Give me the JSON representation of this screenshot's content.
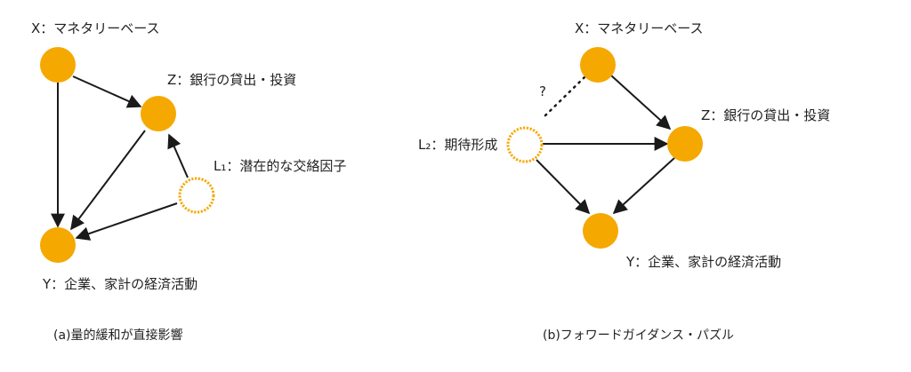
{
  "colors": {
    "observed_fill": "#F5A800",
    "latent_stroke": "#F5A800",
    "latent_fill": "#FFFFFF",
    "edge": "#1A1A1A"
  },
  "panel_a": {
    "caption": "(a)量的緩和が直接影響",
    "nodes": {
      "x": {
        "label": "X：マネタリーベース",
        "kind": "observed"
      },
      "z": {
        "label": "Z：銀行の貸出・投資",
        "kind": "observed"
      },
      "l1": {
        "label": "L₁：潜在的な交絡因子",
        "kind": "latent"
      },
      "y": {
        "label": "Y：企業、家計の経済活動",
        "kind": "observed"
      }
    },
    "edges": [
      {
        "from": "x",
        "to": "z",
        "style": "solid"
      },
      {
        "from": "x",
        "to": "y",
        "style": "solid"
      },
      {
        "from": "z",
        "to": "y",
        "style": "solid"
      },
      {
        "from": "l1",
        "to": "z",
        "style": "solid"
      },
      {
        "from": "l1",
        "to": "y",
        "style": "solid"
      }
    ]
  },
  "panel_b": {
    "caption": "(b)フォワードガイダンス・パズル",
    "question_mark": "?",
    "nodes": {
      "x": {
        "label": "X：マネタリーベース",
        "kind": "observed"
      },
      "l2": {
        "label": "L₂：期待形成",
        "kind": "latent"
      },
      "z": {
        "label": "Z：銀行の貸出・投資",
        "kind": "observed"
      },
      "y": {
        "label": "Y：企業、家計の経済活動",
        "kind": "observed"
      }
    },
    "edges": [
      {
        "from": "x",
        "to": "z",
        "style": "solid"
      },
      {
        "from": "l2",
        "to": "z",
        "style": "solid"
      },
      {
        "from": "l2",
        "to": "y",
        "style": "solid"
      },
      {
        "from": "z",
        "to": "y",
        "style": "solid"
      },
      {
        "from": "l2",
        "to": "x",
        "style": "dotted"
      }
    ]
  }
}
